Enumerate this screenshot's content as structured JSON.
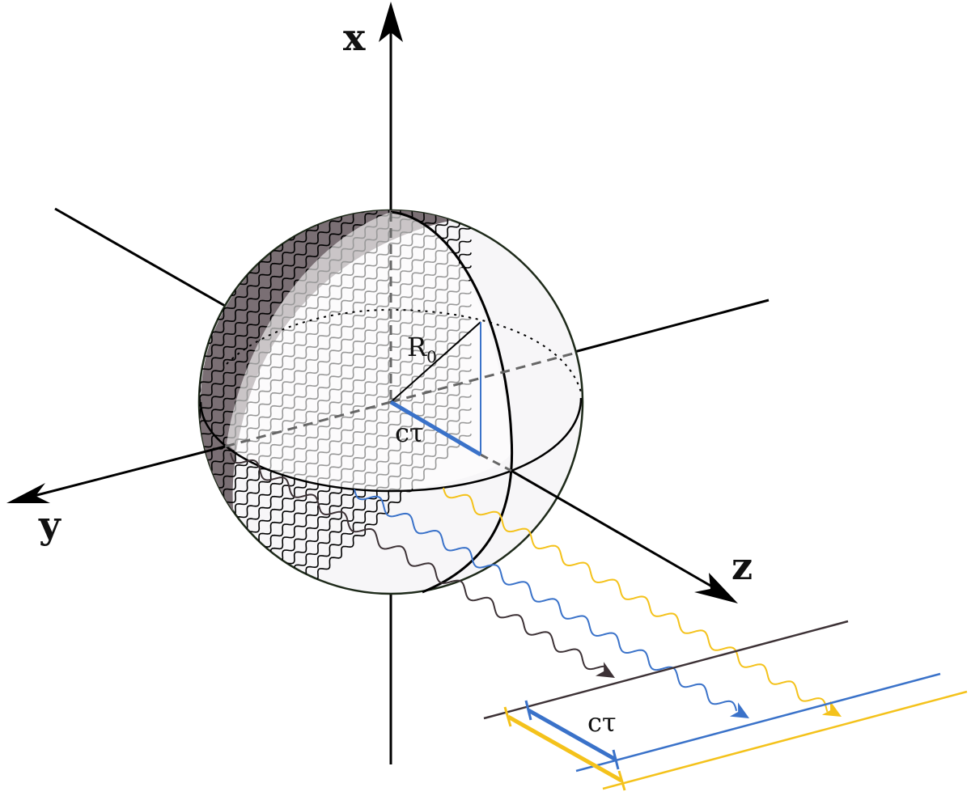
{
  "axes": {
    "x": "x",
    "y": "y",
    "z": "z"
  },
  "labels": {
    "radius": "R",
    "radius_sub": "0",
    "ctau": "cτ",
    "ctau_bottom": "cτ"
  },
  "colors": {
    "axis": "#000000",
    "dashed": "#666666",
    "shade": "#7a6f74",
    "dark_wave": "#3d3236",
    "blue": "#3a72c9",
    "yellow": "#f4c21b",
    "screen": "#3d3236"
  }
}
